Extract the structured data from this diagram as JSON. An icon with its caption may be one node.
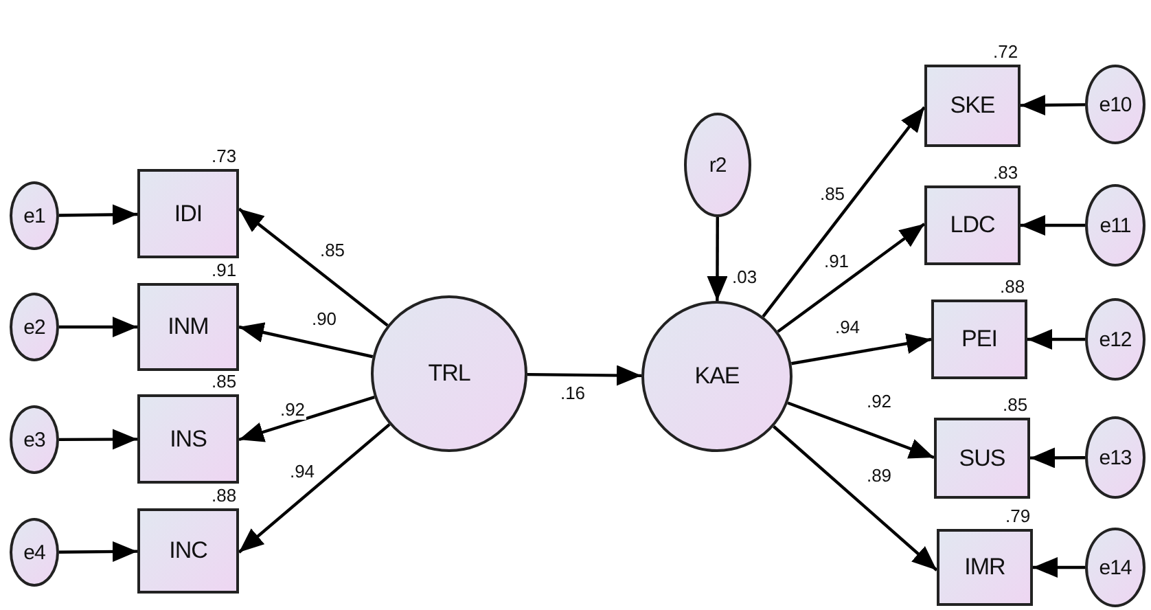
{
  "diagram": {
    "nodes": [
      {
        "text": [
          "e1"
        ]
      },
      {
        "text": [
          "IDI"
        ],
        "beside": [
          ".73"
        ]
      },
      {
        "text": [
          "e2"
        ]
      },
      {
        "text": [
          "INM"
        ],
        "beside": [
          ".91"
        ]
      },
      {
        "text": [
          "e3"
        ]
      },
      {
        "text": [
          "INS"
        ],
        "beside": [
          ".85"
        ]
      },
      {
        "text": [
          "e4"
        ]
      },
      {
        "text": [
          "INC"
        ],
        "beside": [
          ".88"
        ]
      },
      {
        "text": [
          "TRL"
        ]
      },
      {
        "text": [
          "r2"
        ]
      },
      {
        "text": [
          "KAE"
        ],
        "beside": [
          ".03"
        ]
      },
      {
        "text": [
          "SKE"
        ],
        "beside": [
          ".72"
        ]
      },
      {
        "text": [
          "e10"
        ]
      },
      {
        "text": [
          "LDC"
        ],
        "beside": [
          ".83"
        ]
      },
      {
        "text": [
          "e11"
        ]
      },
      {
        "text": [
          "PEI"
        ],
        "beside": [
          ".88"
        ]
      },
      {
        "text": [
          "e12"
        ]
      },
      {
        "text": [
          "SUS"
        ],
        "beside": [
          ".85"
        ]
      },
      {
        "text": [
          "e13"
        ]
      },
      {
        "text": [
          "IMR"
        ],
        "beside": [
          ".79"
        ]
      },
      {
        "text": [
          "e14"
        ]
      }
    ],
    "edges": [
      {
        "from": 0,
        "to": 1,
        "arrow": "to"
      },
      {
        "from": 2,
        "to": 3,
        "arrow": "to"
      },
      {
        "from": 4,
        "to": 5,
        "arrow": "to"
      },
      {
        "from": 6,
        "to": 7,
        "arrow": "to"
      },
      {
        "from": 8,
        "to": 1,
        "arrow": "to",
        "label": ".85"
      },
      {
        "from": 8,
        "to": 3,
        "arrow": "to",
        "label": ".90"
      },
      {
        "from": 8,
        "to": 5,
        "arrow": "to",
        "label": ".92"
      },
      {
        "from": 8,
        "to": 7,
        "arrow": "to",
        "label": ".94"
      },
      {
        "from": 8,
        "to": 10,
        "arrow": "to",
        "label": ".16"
      },
      {
        "from": 9,
        "to": 10,
        "arrow": "to"
      },
      {
        "from": 10,
        "to": 11,
        "arrow": "to",
        "label": ".85"
      },
      {
        "from": 10,
        "to": 13,
        "arrow": "to",
        "label": ".91"
      },
      {
        "from": 10,
        "to": 15,
        "arrow": "to",
        "label": ".94"
      },
      {
        "from": 10,
        "to": 17,
        "arrow": "to",
        "label": ".92"
      },
      {
        "from": 10,
        "to": 19,
        "arrow": "to",
        "label": ".89"
      },
      {
        "from": 12,
        "to": 11,
        "arrow": "to"
      },
      {
        "from": 14,
        "to": 13,
        "arrow": "to"
      },
      {
        "from": 16,
        "to": 15,
        "arrow": "to"
      },
      {
        "from": 18,
        "to": 17,
        "arrow": "to"
      },
      {
        "from": 20,
        "to": 19,
        "arrow": "to"
      }
    ]
  }
}
